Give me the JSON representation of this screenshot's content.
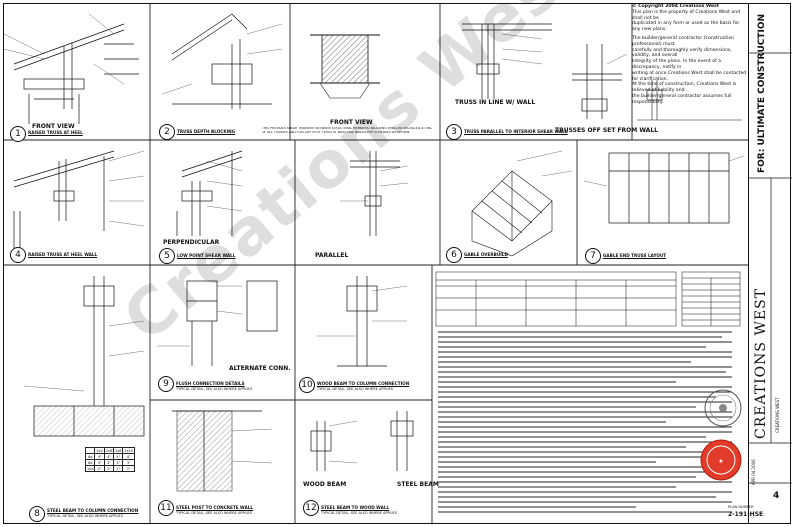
{
  "copyright": {
    "line1": "© Copyright 2004 Creations West",
    "body": [
      "This plan is the property of Creations West and shall not be",
      "duplicated in any form or used as the basis for any new plans.",
      "",
      "The builder/general contractor (construction professional) must",
      "carefully and thoroughly verify dimensions, validity, and overall",
      "integrity of the plans. In the event of a discrepancy, notify in",
      "writing at once Creations West shall be contacted for clarification.",
      "At the time of construction, Creations West is relieved of liability and",
      "the builder/general contractor assumes full responsibility."
    ]
  },
  "details": [
    {
      "num": "1",
      "title": "RAISED TRUSS AT HEEL",
      "view": "FRONT VIEW"
    },
    {
      "num": "2",
      "title": "TRUSS DEPTH BLOCKING",
      "view": "FRONT VIEW"
    },
    {
      "num": "3",
      "title": "TRUSS PARALLEL TO INTERIOR SHEAR WALL",
      "view": "TRUSS IN LINE W/ WALL",
      "view2": "TRUSSES OFF SET FROM WALL"
    },
    {
      "num": "4",
      "title": "RAISED TRUSS AT HEEL WALL"
    },
    {
      "num": "5",
      "title": "LOW POINT SHEAR WALL",
      "view": "PERPENDICULAR",
      "view2": "PARALLEL"
    },
    {
      "num": "6",
      "title": "GABLE OVERBUILD"
    },
    {
      "num": "7",
      "title": "GABLE END TRUSS LAYOUT"
    },
    {
      "num": "8",
      "title": "STEEL BEAM TO COLUMN CONNECTION"
    },
    {
      "num": "9",
      "title": "FLUSH CONNECTION DETAILS",
      "view": "ALTERNATE CONN."
    },
    {
      "num": "10",
      "title": "WOOD BEAM TO COLUMN CONNECTION"
    },
    {
      "num": "11",
      "title": "STEEL POST TO CONCRETE WALL"
    },
    {
      "num": "12",
      "title": "STEEL BEAM TO WOOD WALL",
      "view": "WOOD BEAM",
      "view2": "STEEL BEAM"
    }
  ],
  "typical_note": "TYPICAL DETAIL, SEE ALSO WHERE APPLIES",
  "table": {
    "title": "NAIL SCHEDULE FOR SHEAR WALLS",
    "header": [
      "",
      "2x4",
      "2x6",
      "2x8",
      "2x10"
    ],
    "rows": [
      [
        "6d",
        "4\"",
        "4\"",
        "4\"",
        "4\""
      ],
      [
        "8d",
        "3\"",
        "3\"",
        "3\"",
        "3\""
      ],
      [
        "10d",
        "2\"",
        "2\"",
        "2\"",
        "2\""
      ]
    ]
  },
  "watermark": "Creations West",
  "title_block": {
    "project": "FOR: ULTIMATE CONSTRUCTION",
    "firm": "CREATIONS WEST",
    "sheet_label": "PLAN NUMBER",
    "sheet_number": "2-191-HSE",
    "date": "APR 04 2006",
    "page": "4"
  }
}
